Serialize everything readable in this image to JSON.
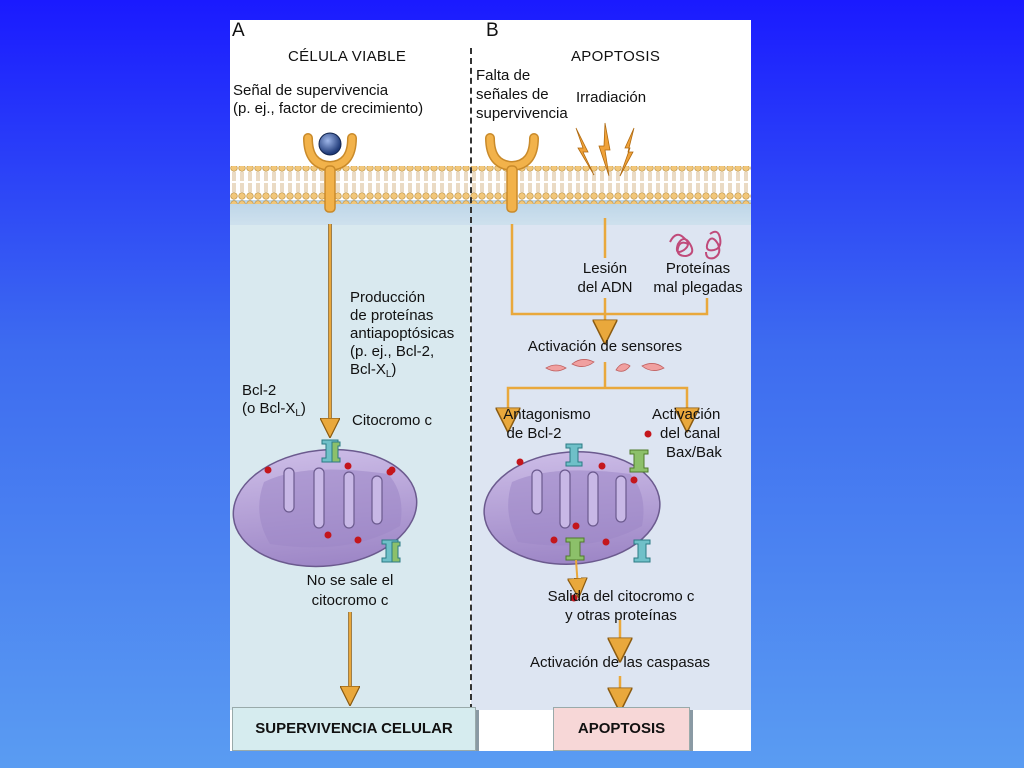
{
  "panel_a": {
    "letter": "A",
    "title": "CÉLULA VIABLE",
    "signal_line1": "Señal de supervivencia",
    "signal_line2": "(p. ej., factor de crecimiento)",
    "production_line1": "Producción",
    "production_line2": "de proteínas",
    "production_line3": "antiapoptósicas",
    "production_line4": "(p. ej., Bcl-2,",
    "production_line5_pre": "Bcl-X",
    "production_line5_sub": "L",
    "production_line5_post": ")",
    "bcl2_line1": "Bcl-2",
    "bcl2_line2_pre": "(o Bcl-X",
    "bcl2_line2_sub": "L",
    "bcl2_line2_post": ")",
    "cytochrome": "Citocromo c",
    "no_exit_line1": "No se sale el",
    "no_exit_line2": "citocromo c",
    "outcome": "SUPERVIVENCIA CELULAR"
  },
  "panel_b": {
    "letter": "B",
    "title": "APOPTOSIS",
    "lack_line1": "Falta de",
    "lack_line2": "señales de",
    "lack_line3": "supervivencia",
    "irradiation": "Irradiación",
    "dna_line1": "Lesión",
    "dna_line2": "del ADN",
    "misfolded_line1": "Proteínas",
    "misfolded_line2": "mal plegadas",
    "sensors": "Activación de sensores",
    "antagonism_line1": "Antagonismo",
    "antagonism_line2": "de Bcl-2",
    "channel_line1": "Activación",
    "channel_line2": "del canal",
    "channel_line3": "Bax/Bak",
    "release_line1": "Salida del citocromo c",
    "release_line2": "y otras proteínas",
    "caspases": "Activación de las caspasas",
    "outcome": "APOPTOSIS"
  },
  "colors": {
    "membrane_head": "#f2c77a",
    "receptor": "#f2b24a",
    "arrow": "#e9a83c",
    "mitochondria": "#b8a3d6",
    "cytochrome_dot": "#c4161c",
    "ligand": "#2f4f8f",
    "bcl2": "#6fc0c8",
    "bax": "#8cc06a",
    "sensor": "#f0a0a0"
  }
}
